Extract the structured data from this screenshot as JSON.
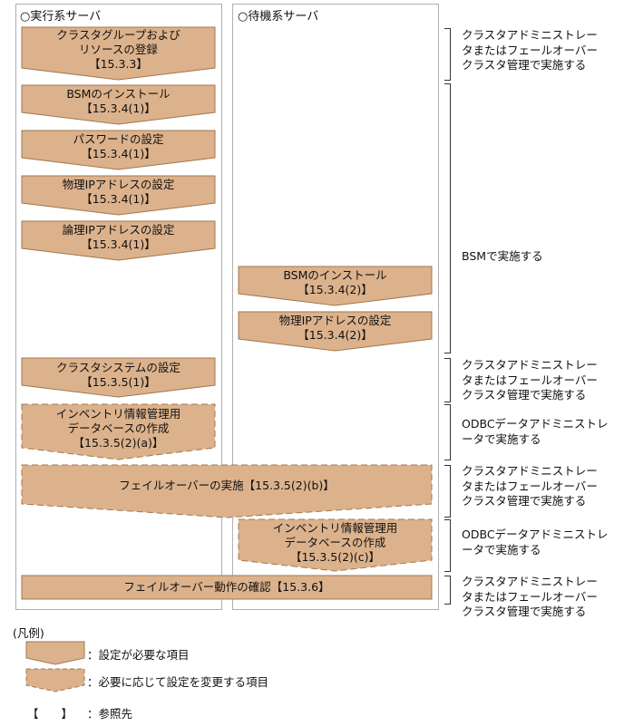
{
  "panels": {
    "active_title": "○実行系サーバ",
    "standby_title": "○待機系サーバ"
  },
  "colors": {
    "step_fill": "#dcb28c",
    "step_stroke": "#a07850"
  },
  "steps": [
    {
      "id": "s1",
      "kind": "required",
      "lines": [
        "クラスタグループおよび",
        "リソースの登録",
        "【15.3.3】"
      ]
    },
    {
      "id": "s2",
      "kind": "required",
      "lines": [
        "BSMのインストール",
        "【15.3.4(1)】"
      ]
    },
    {
      "id": "s3",
      "kind": "required",
      "lines": [
        "パスワードの設定",
        "【15.3.4(1)】"
      ]
    },
    {
      "id": "s4",
      "kind": "required",
      "lines": [
        "物理IPアドレスの設定",
        "【15.3.4(1)】"
      ]
    },
    {
      "id": "s5",
      "kind": "required",
      "lines": [
        "論理IPアドレスの設定",
        "【15.3.4(1)】"
      ]
    },
    {
      "id": "s6",
      "kind": "required",
      "lines": [
        "BSMのインストール",
        "【15.3.4(2)】"
      ]
    },
    {
      "id": "s7",
      "kind": "required",
      "lines": [
        "物理IPアドレスの設定",
        "【15.3.4(2)】"
      ]
    },
    {
      "id": "s8",
      "kind": "required",
      "lines": [
        "クラスタシステムの設定",
        "【15.3.5(1)】"
      ]
    },
    {
      "id": "s9",
      "kind": "optional",
      "lines": [
        "インベントリ情報管理用",
        "データベースの作成",
        "【15.3.5(2)(a)】"
      ]
    },
    {
      "id": "s10",
      "kind": "optional",
      "lines": [
        "フェイルオーバーの実施【15.3.5(2)(b)】"
      ]
    },
    {
      "id": "s11",
      "kind": "optional",
      "lines": [
        "インベントリ情報管理用",
        "データベースの作成",
        "【15.3.5(2)(c)】"
      ]
    },
    {
      "id": "s12",
      "kind": "required",
      "lines": [
        "フェイルオーバー動作の確認【15.3.6】"
      ]
    }
  ],
  "notes": [
    {
      "id": "n1",
      "lines": [
        "クラスタアドミニストレー",
        "タまたはフェールオーバー",
        "クラスタ管理で実施する"
      ]
    },
    {
      "id": "n2",
      "lines": [
        "BSMで実施する"
      ]
    },
    {
      "id": "n3",
      "lines": [
        "クラスタアドミニストレー",
        "タまたはフェールオーバー",
        "クラスタ管理で実施する"
      ]
    },
    {
      "id": "n4",
      "lines": [
        "ODBCデータアドミニストレ",
        "ータで実施する"
      ]
    },
    {
      "id": "n5",
      "lines": [
        "クラスタアドミニストレー",
        "タまたはフェールオーバー",
        "クラスタ管理で実施する"
      ]
    },
    {
      "id": "n6",
      "lines": [
        "ODBCデータアドミニストレ",
        "ータで実施する"
      ]
    },
    {
      "id": "n7",
      "lines": [
        "クラスタアドミニストレー",
        "タまたはフェールオーバー",
        "クラスタ管理で実施する"
      ]
    }
  ],
  "legend": {
    "title": "(凡例)",
    "required": "：設定が必要な項目",
    "optional": "：必要に応じて設定を変更する項目",
    "reference_symbol": "【　　】",
    "reference": "：参照先"
  }
}
